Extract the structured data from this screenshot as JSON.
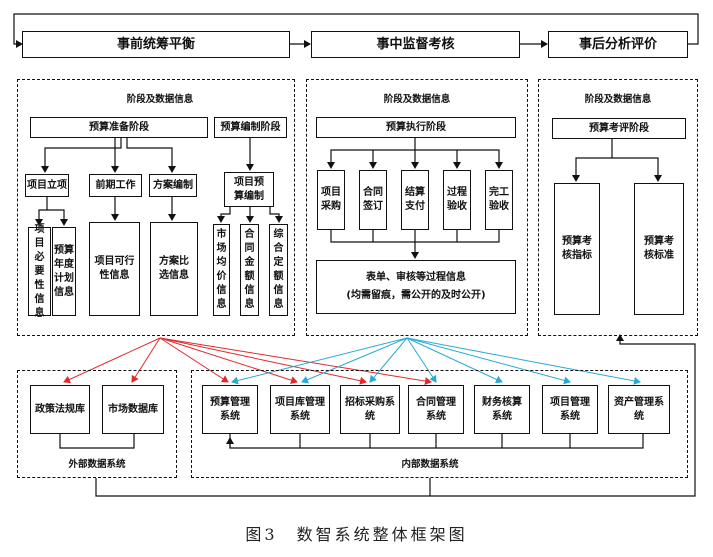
{
  "phases": {
    "pre": "事前统筹平衡",
    "mid": "事中监督考核",
    "post": "事后分析评价"
  },
  "panel_label": "阶段及数据信息",
  "pre_panel": {
    "prep_stage": "预算准备阶段",
    "compile_stage": "预算编制阶段",
    "project_setup": "项目立项",
    "early_work": "前期工作",
    "plan_design": "方案编制",
    "project_budget": "项目预算编制",
    "necessity_info": "项目必要性信息",
    "annual_plan_info": "预算年度计划信息",
    "feasibility_info": "项目可行性信息",
    "plan_compare_info": "方案比选信息",
    "market_price_info": "市场均价信息",
    "contract_amount_info": "合同金额信息",
    "quota_info": "综合定额信息"
  },
  "mid_panel": {
    "exec_stage": "预算执行阶段",
    "items": [
      "项目采购",
      "合同签订",
      "结算支付",
      "过程验收",
      "完工验收"
    ],
    "process_info_line1": "表单、审核等过程信息",
    "process_info_line2": "(均需留痕，需公开的及时公开)"
  },
  "post_panel": {
    "eval_stage": "预算考评阶段",
    "indicator": "预算考核指标",
    "standard": "预算考核标准"
  },
  "external": {
    "label": "外部数据系统",
    "systems": [
      "政策法规库",
      "市场数据库"
    ]
  },
  "internal": {
    "label": "内部数据系统",
    "systems": [
      "预算管理系统",
      "项目库管理系统",
      "招标采购系统",
      "合同管理系统",
      "财务核算系统",
      "项目管理系统",
      "资产管理系统"
    ]
  },
  "colors": {
    "red_link": "#e02a2a",
    "blue_link": "#29a9d4",
    "line": "#111111"
  },
  "caption": "图3　数智系统整体框架图"
}
